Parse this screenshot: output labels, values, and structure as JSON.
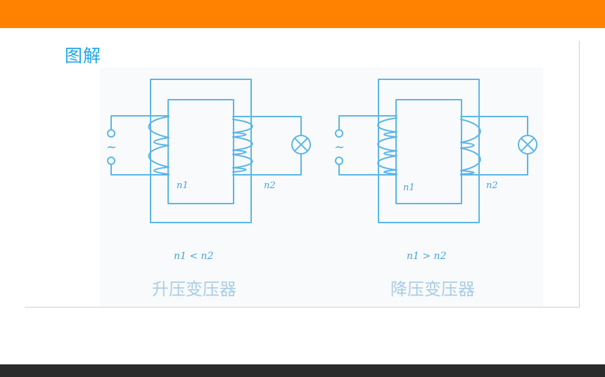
{
  "slide": {
    "heading": "图解"
  },
  "diagram": {
    "step_up": {
      "source_symbol": "~",
      "primary_label": "n1",
      "secondary_label": "n2",
      "relation": "n1 < n2",
      "caption": "升压变压器"
    },
    "step_down": {
      "source_symbol": "~",
      "primary_label": "n1",
      "secondary_label": "n2",
      "relation": "n1 > n2",
      "caption": "降压变压器"
    }
  },
  "colors": {
    "top_bar": "#ff8200",
    "bottom_bar": "#2b2b2b",
    "heading": "#1ea8e8",
    "wire": "#5bb6e6",
    "caption": "#a9cde6"
  }
}
